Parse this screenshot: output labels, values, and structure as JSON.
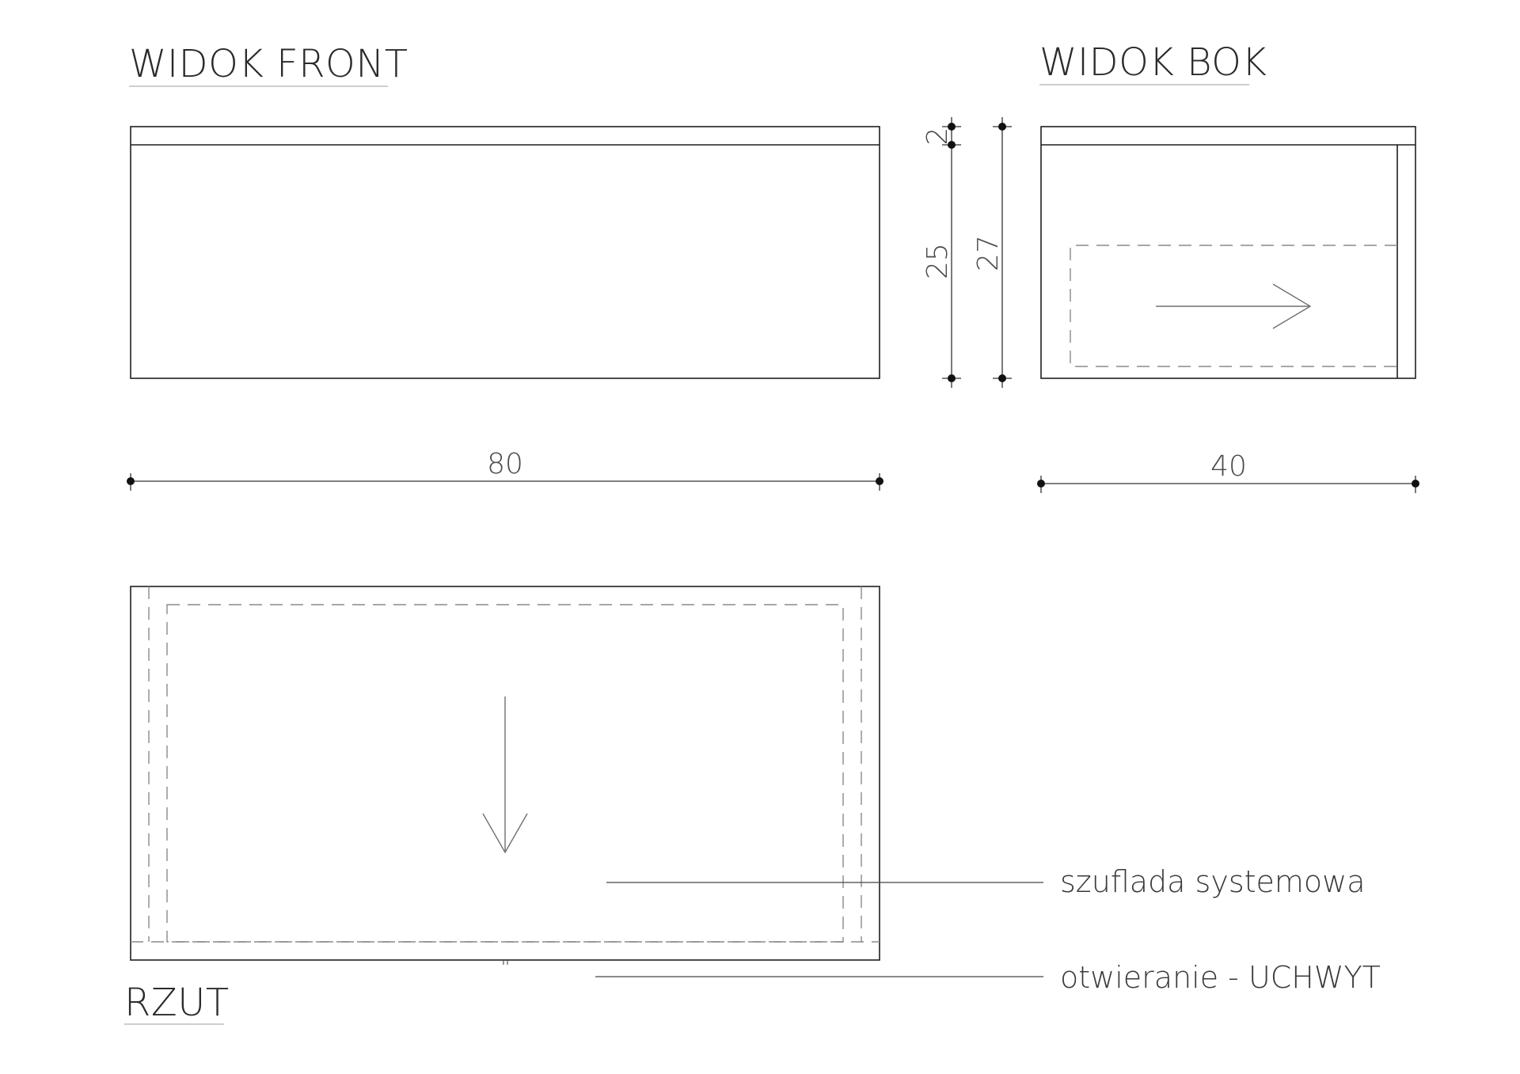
{
  "titles": {
    "front_view": "WIDOK FRONT",
    "side_view": "WIDOK BOK",
    "plan_view": "RZUT"
  },
  "dimensions": {
    "width": "80",
    "depth": "40",
    "top_thickness": "2",
    "body_height": "25",
    "total_height": "27"
  },
  "callouts": {
    "drawer": "szuflada systemowa",
    "opening": "otwieranie - UCHWYT"
  }
}
